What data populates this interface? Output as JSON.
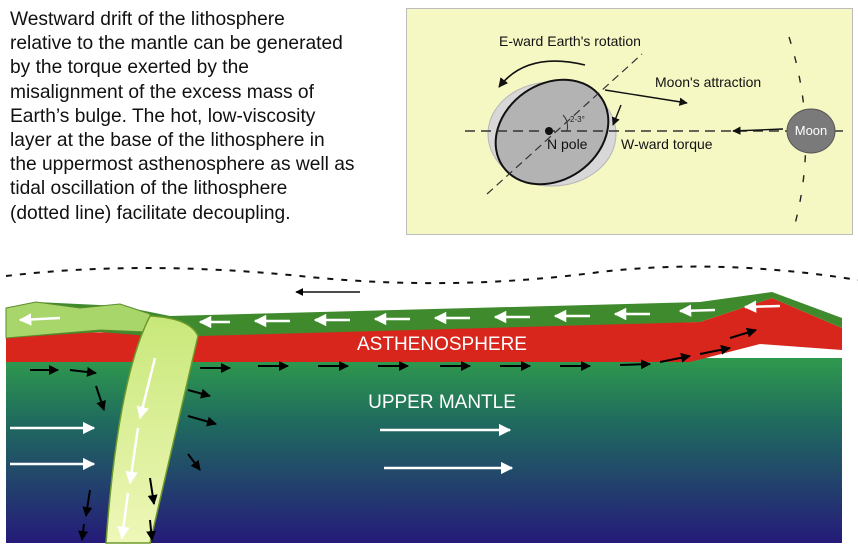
{
  "caption": {
    "lines": [
      "Westward drift of the lithosphere",
      "relative to the mantle can be generated",
      "by the torque exerted by the",
      "misalignment  of the excess mass of",
      "Earth’s bulge. The hot, low-viscosity",
      "layer at the base of the lithosphere  in",
      "the uppermost asthenosphere as well as",
      "tidal oscillation  of the lithosphere",
      "(dotted line) facilitate decoupling."
    ]
  },
  "inset": {
    "rotation_label": "E-ward Earth's rotation",
    "attraction_label": "Moon's attraction",
    "angle_label": "2-3°",
    "pole_label": "N pole",
    "torque_label": "W-ward torque",
    "moon_label": "Moon"
  },
  "cross_section": {
    "asthenosphere_label": "ASTHENOSPHERE",
    "upper_mantle_label": "UPPER MANTLE"
  },
  "colors": {
    "lithosphere": "#3f8a2c",
    "asthenosphere": "#d8261c",
    "mantle_top": "#2f9a4d",
    "mantle_bottom": "#251b7a",
    "inset_bg": "#f6f8c4"
  }
}
